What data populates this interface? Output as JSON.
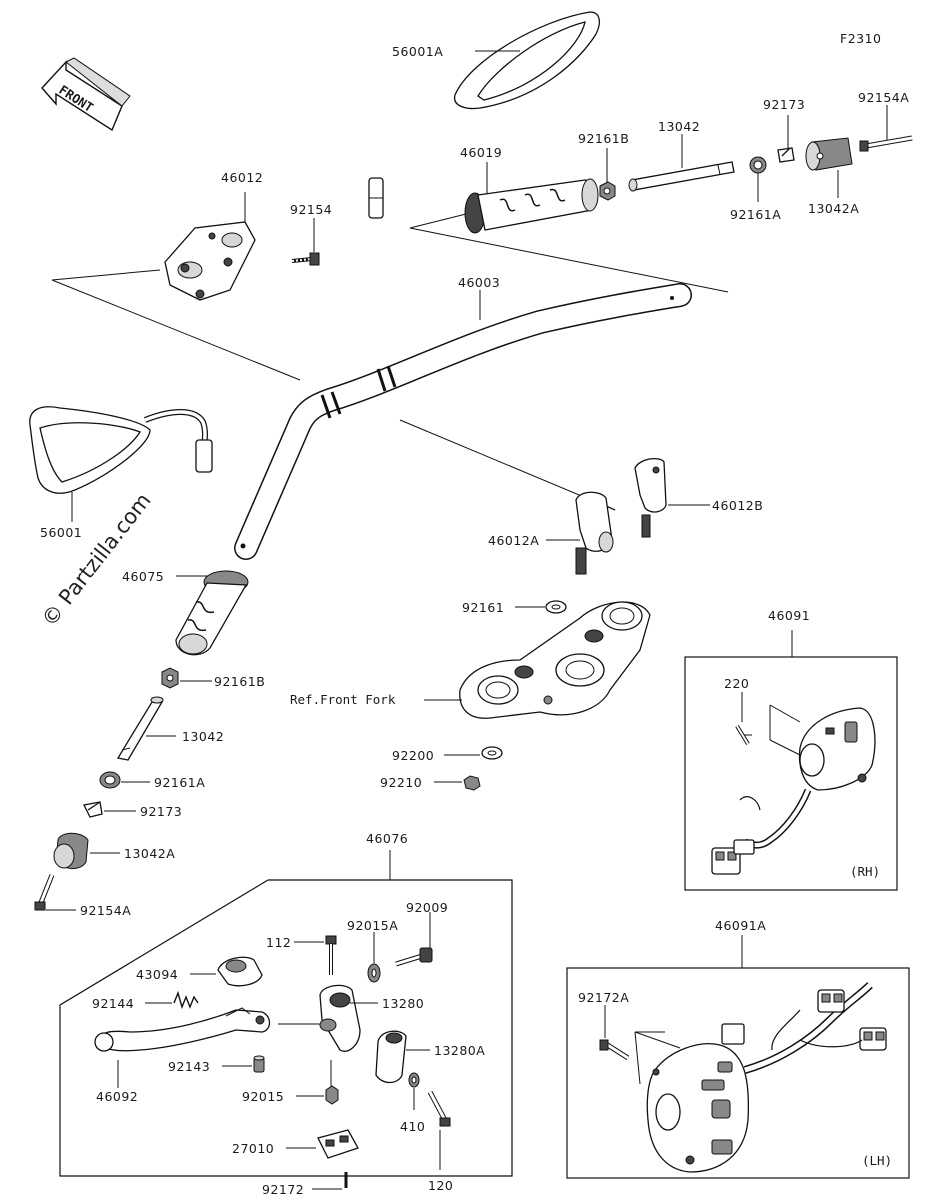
{
  "figure_id": "F2310",
  "front_label": "FRONT",
  "watermark": "© Partzilla.com",
  "ref_front_fork": "Ref.Front Fork",
  "box_rh": "(RH)",
  "box_lh": "(LH)",
  "labels": {
    "p56001A": "56001A",
    "p56001": "56001",
    "p46012": "46012",
    "p92154": "92154",
    "p46019": "46019",
    "p92161B_top": "92161B",
    "p13042_top": "13042",
    "p92173_top": "92173",
    "p92154A_top": "92154A",
    "p92161A_top": "92161A",
    "p13042A_top": "13042A",
    "p46003": "46003",
    "p46012B": "46012B",
    "p46012A": "46012A",
    "p92161": "92161",
    "p46075": "46075",
    "p92161B_left": "92161B",
    "p13042_left": "13042",
    "p92161A_left": "92161A",
    "p92173_left": "92173",
    "p13042A_left": "13042A",
    "p92154A_left": "92154A",
    "p92200": "92200",
    "p92210": "92210",
    "p46091": "46091",
    "p220": "220",
    "p46076": "46076",
    "p92009": "92009",
    "p112": "112",
    "p92015A": "92015A",
    "p43094": "43094",
    "p13280": "13280",
    "p92144": "92144",
    "p13280A": "13280A",
    "p92143": "92143",
    "p46092": "46092",
    "p92015": "92015",
    "p410": "410",
    "p27010": "27010",
    "p120": "120",
    "p92172": "92172",
    "p46091A": "46091A",
    "p92172A": "92172A"
  }
}
